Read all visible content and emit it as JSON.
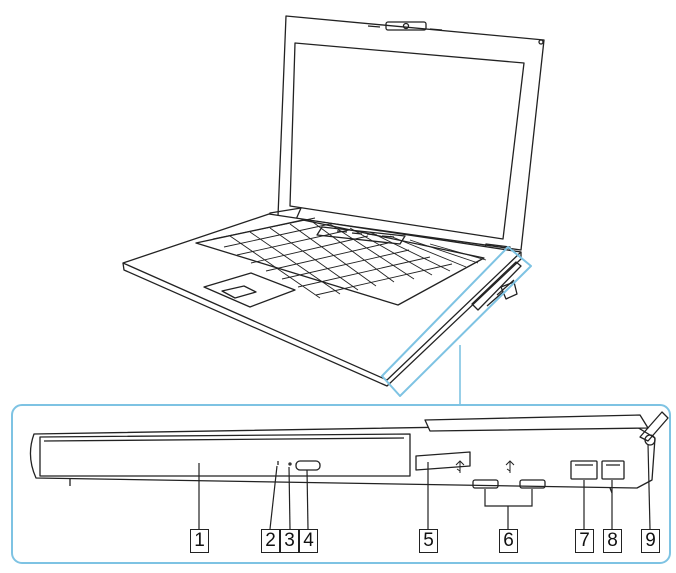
{
  "diagram": {
    "accent_color": "#7ec3e3",
    "line_color": "#222222",
    "callouts": [
      {
        "id": "c1",
        "label": "1"
      },
      {
        "id": "c2",
        "label": "2"
      },
      {
        "id": "c3",
        "label": "3"
      },
      {
        "id": "c4",
        "label": "4"
      },
      {
        "id": "c5",
        "label": "5"
      },
      {
        "id": "c6",
        "label": "6"
      },
      {
        "id": "c7",
        "label": "7"
      },
      {
        "id": "c8",
        "label": "8"
      },
      {
        "id": "c9",
        "label": "9"
      }
    ],
    "icons": {
      "usb": "usb-icon"
    }
  }
}
